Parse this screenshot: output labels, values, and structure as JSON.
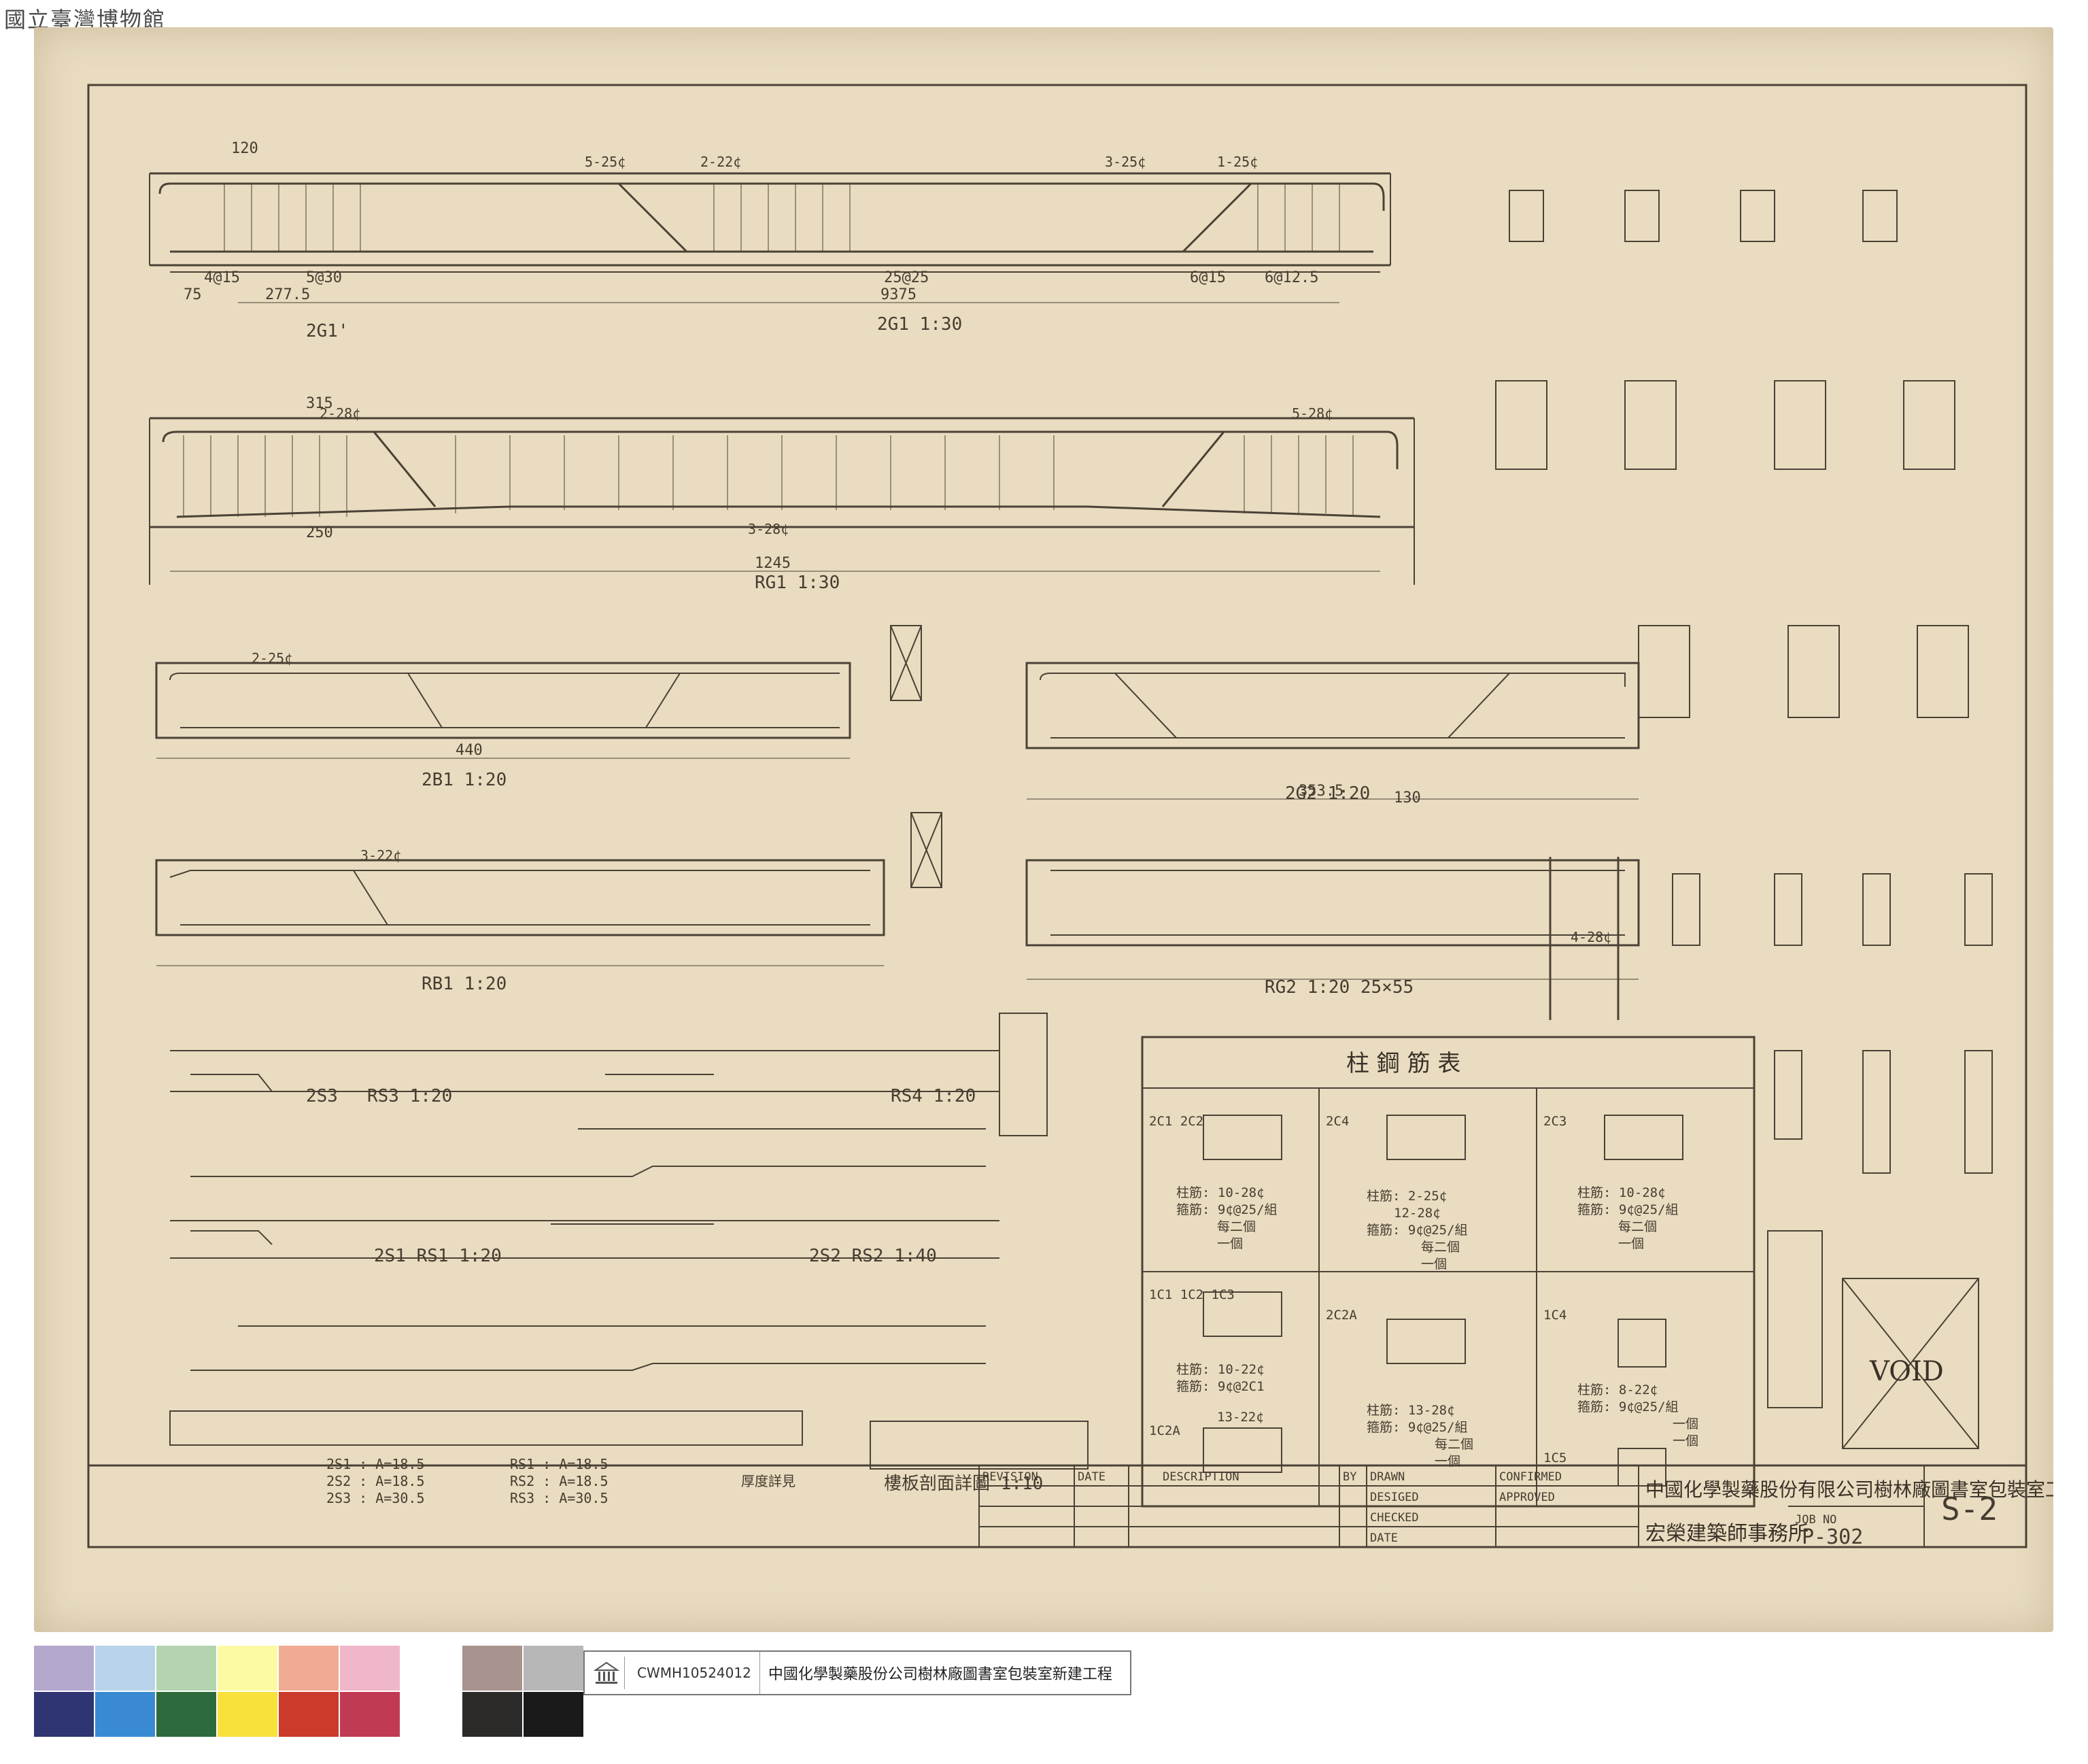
{
  "watermark": "國立臺灣博物館",
  "main_title": "柱 鋼 筋 表",
  "beam_labels": [
    "2G1  1:30",
    "RG1  1:30",
    "2B1  1:20",
    "RB1  1:20",
    "2G2  1:20",
    "RG2  1:20  25×55",
    "2G1'"
  ],
  "slab_labels": [
    "RS3  1:20",
    "2S3",
    "RS4  1:20",
    "2S1  RS1  1:20",
    "2S2  RS2  1:40",
    "樓板剖面詳圖 1:10"
  ],
  "dims": {
    "d9375": "9375",
    "d2775": "277.5",
    "d1245": "1245",
    "d3535": "353.5",
    "d440": "440",
    "s25at25": "25@25",
    "s5at30": "5@30",
    "s4at15": "4@15",
    "s6at15": "6@15",
    "s6at125": "6@12.5",
    "d120": "120",
    "d75": "75",
    "d315": "315",
    "d250": "250",
    "d130": "130"
  },
  "rebar_notes": [
    "5-25¢",
    "3-25¢",
    "2-22¢",
    "2-28¢",
    "3-28¢",
    "1-25¢",
    "5-28¢",
    "4-28¢",
    "2-25¢",
    "3-22¢"
  ],
  "column_schedule": [
    {
      "marks": "2C1 2C2",
      "notes": [
        "柱筋: 10-28¢",
        "箍筋: 9¢@25/組",
        "每二個",
        "一個"
      ]
    },
    {
      "marks": "2C4",
      "notes": [
        "柱筋: 2-25¢",
        "12-28¢",
        "箍筋: 9¢@25/組",
        "每二個",
        "一個"
      ]
    },
    {
      "marks": "2C3",
      "notes": [
        "柱筋: 10-28¢",
        "箍筋: 9¢@25/組",
        "每二個",
        "一個"
      ]
    },
    {
      "marks": "1C1 1C2 1C3",
      "notes": [
        "柱筋: 10-22¢",
        "箍筋: 9¢@2C1"
      ]
    },
    {
      "marks": "2C2A",
      "notes": [
        "柱筋: 13-28¢",
        "箍筋: 9¢@25/組",
        "每二個",
        "一個"
      ]
    },
    {
      "marks": "1C4",
      "notes": [
        "柱筋: 8-22¢",
        "箍筋: 9¢@25/組",
        "一個",
        "一個"
      ]
    },
    {
      "marks": "1C2A",
      "notes": [
        "13-22¢"
      ]
    },
    {
      "marks": "1C5",
      "notes": []
    }
  ],
  "slab_table": [
    "2S1 : A=18.5",
    "2S2 : A=18.5",
    "2S3 : A=30.5",
    "RS1 : A=18.5",
    "RS2 : A=18.5",
    "RS3 : A=30.5"
  ],
  "slab_note": "厚度詳見",
  "title_block": {
    "revision": "REVISION",
    "date": "DATE",
    "description": "DESCRIPTION",
    "by": "BY",
    "drawn": "DRAWN",
    "designed": "DESIGED",
    "checked": "CHECKED",
    "date2": "DATE",
    "confirmed": "CONFIRMED",
    "approved": "APPROVED",
    "project": "中國化學製藥股份有限公司樹林廠圖書室包裝室工程",
    "office": "宏榮建築師事務所",
    "job_no_label": "JOB NO",
    "job_no": "P-302",
    "sheet_no": "S-2"
  },
  "catalog": {
    "id": "CWMH10524012",
    "title": "中國化學製藥股份公司樹林廠圖書室包裝室新建工程"
  },
  "swatches_top": [
    "#b4a7cc",
    "#b8d2ea",
    "#b3d4ae",
    "#fbfaa2",
    "#f1ab92",
    "#f0b6c9",
    "#ffffff",
    "#a8938e",
    "#b7b7b7"
  ],
  "swatches_bottom": [
    "#2f3472",
    "#3a8ad3",
    "#2d6b3d",
    "#f8e13b",
    "#cb3a2a",
    "#c13a54",
    "#ffffff",
    "#2d2a2a",
    "#1b1a1a"
  ],
  "void_label": "VOID"
}
